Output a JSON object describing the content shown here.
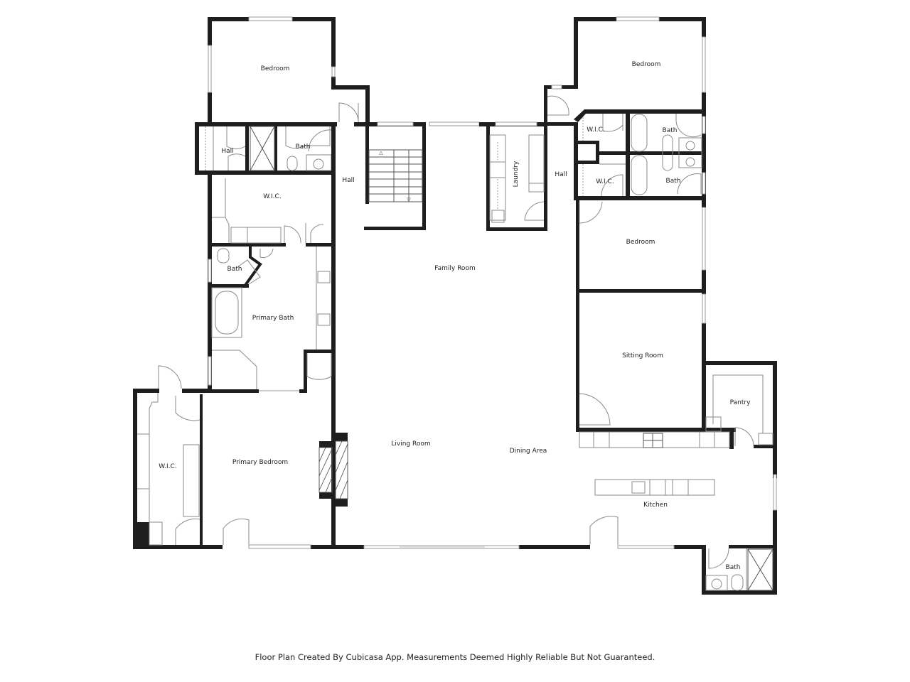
{
  "rooms": {
    "bedroom_nw": "Bedroom",
    "hall_nw": "Hall",
    "bath_nw": "Bath",
    "hall_center_left": "Hall",
    "wic_upper": "W.I.C.",
    "bath_small": "Bath",
    "primary_bath": "Primary Bath",
    "wic_primary": "W.I.C.",
    "primary_bedroom": "Primary Bedroom",
    "family_room": "Family Room",
    "laundry": "Laundry",
    "hall_center_right": "Hall",
    "bedroom_ne": "Bedroom",
    "wic_ne_top": "W.I.C.",
    "wic_ne_bottom": "W.I.C.",
    "bath_ne_top": "Bath",
    "bath_ne_bottom": "Bath",
    "bedroom_east": "Bedroom",
    "sitting_room": "Sitting Room",
    "pantry": "Pantry",
    "living_room": "Living Room",
    "dining_area": "Dining Area",
    "kitchen": "Kitchen",
    "bath_se": "Bath"
  },
  "footer": {
    "disclaimer": "Floor Plan Created By Cubicasa App. Measurements Deemed Highly Reliable But Not Guaranteed."
  },
  "colors": {
    "wall": "#1e1e1e",
    "background": "#ffffff",
    "fixture_line": "#8a8a8a"
  }
}
